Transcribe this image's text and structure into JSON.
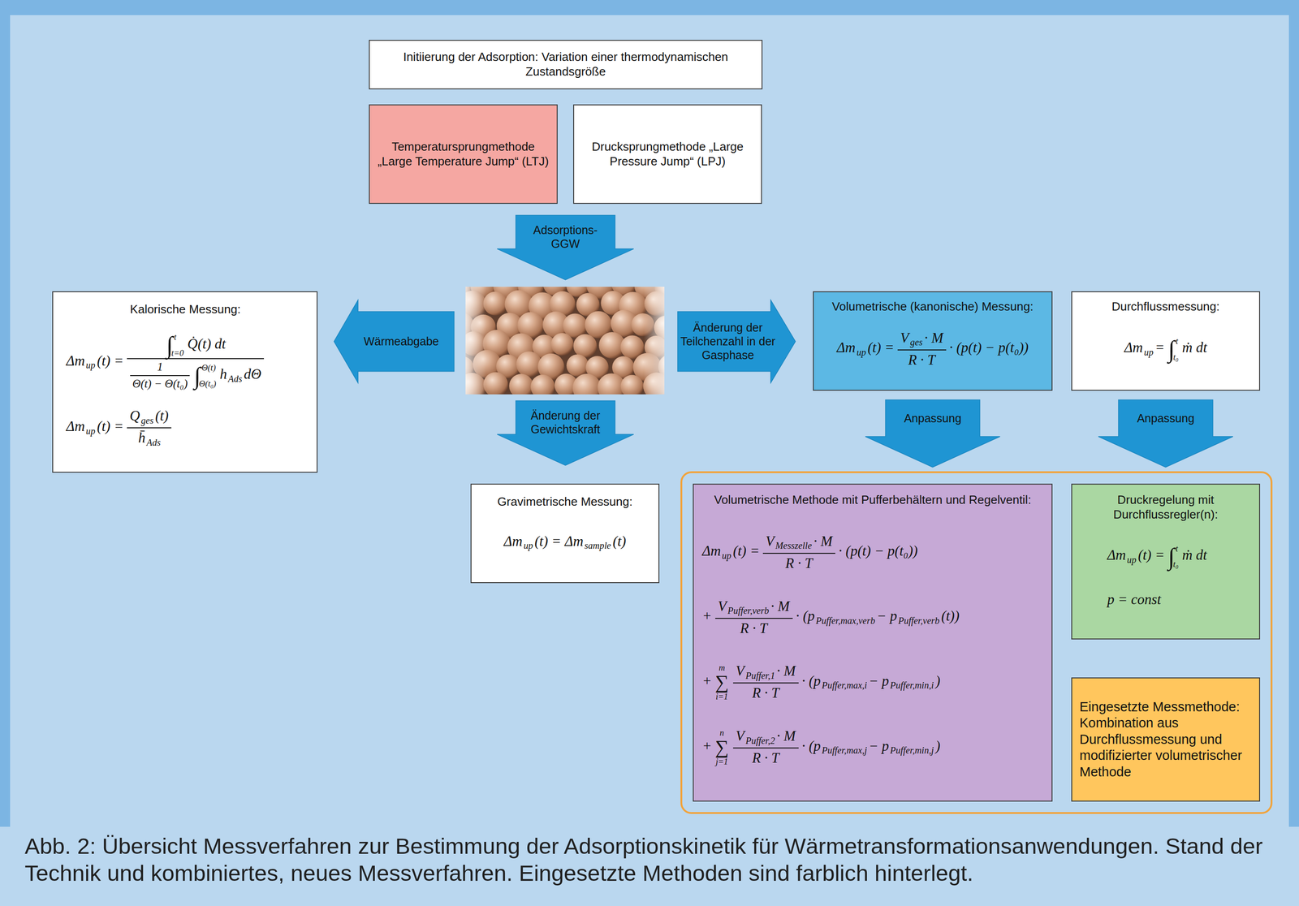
{
  "diagram": {
    "caption": "Abb. 2: Übersicht Messverfahren zur Bestimmung der Adsorptionskinetik für Wärmetransformationsanwendungen. Stand der Technik und kombiniertes, neues Messverfahren. Eingesetzte Methoden sind farblich hinterlegt.",
    "nodes": [
      {
        "text": [
          "Initiierung der Adsorption: Variation einer thermodynamischen Zustandsgröße"
        ]
      },
      {
        "text": [
          "Temperatursprungmethode „Large Temperature Jump“ (LTJ)"
        ]
      },
      {
        "text": [
          "Drucksprungmethode „Large Pressure Jump“ (LPJ)"
        ]
      },
      {
        "text": [
          "Adsorptions-GGW"
        ]
      },
      {
        "text": [
          "Kalorische Messung:",
          "Δm",
          "up",
          "(t) =",
          "∫",
          "t",
          "t=0",
          "Q̇(t) dt",
          "1",
          "Θ(t) − Θ(t₀)",
          "∫",
          "Θ(t)",
          "Θ(t₀)",
          "h",
          "Ads",
          "dΘ",
          "Δm",
          "up",
          "(t) =",
          "Q",
          "ges",
          "(t)",
          "h̄",
          "Ads"
        ]
      },
      {
        "text": [
          "Wärmeabgabe"
        ]
      },
      {
        "text": [
          "Änderung der Teilchenzahl in der Gasphase"
        ]
      },
      {
        "text": [
          "Volumetrische (kanonische) Messung:",
          "Δm",
          "up",
          "(t) =",
          "V",
          "ges",
          "· M",
          "R · T",
          "· (p(t) − p(t₀))"
        ]
      },
      {
        "text": [
          "Durchflussmessung:",
          "Δm",
          "up",
          "=",
          "∫",
          "t",
          "t₀",
          "ṁ dt"
        ]
      },
      {
        "text": [
          "Änderung der Gewichtskraft"
        ]
      },
      {
        "text": [
          "Gravimetrische Messung:",
          "Δm",
          "up",
          "(t) = Δm",
          "sample",
          "(t)"
        ]
      },
      {
        "text": [
          "Volumetrische Methode mit Pufferbehältern und Regelventil:",
          "Δm",
          "up",
          "(t) =",
          "V",
          "Messzelle",
          "· M",
          "R · T",
          "· (p(t) − p(t₀))",
          "+",
          "V",
          "Puffer,verb",
          "· M",
          "R · T",
          "· (p",
          "Puffer,max,verb",
          "− p",
          "Puffer,verb",
          "(t))",
          "+",
          "∑",
          "m",
          "i=1",
          "V",
          "Puffer,1",
          "· M",
          "R · T",
          "· (p",
          "Puffer,max,i",
          "− p",
          "Puffer,min,i",
          ")",
          "+",
          "∑",
          "n",
          "j=1",
          "V",
          "Puffer,2",
          "· M",
          "R · T",
          "· (p",
          "Puffer,max,j",
          "− p",
          "Puffer,min,j",
          ")"
        ]
      },
      {
        "text": [
          "Druckregelung mit Durchflussregler(n):",
          "Δm",
          "up",
          "(t) =",
          "∫",
          "t",
          "t₀",
          "ṁ dt",
          "p = const"
        ]
      },
      {
        "text": [
          "Eingesetzte Messmethode: Kombination aus Durchflussmessung und modifizierter volumetrischer Methode"
        ]
      }
    ],
    "edges": [
      {
        "from": 7,
        "to": 11,
        "label": "Anpassung",
        "arrow": "to"
      },
      {
        "from": 8,
        "to": 12,
        "label": "Anpassung",
        "arrow": "to"
      }
    ]
  }
}
